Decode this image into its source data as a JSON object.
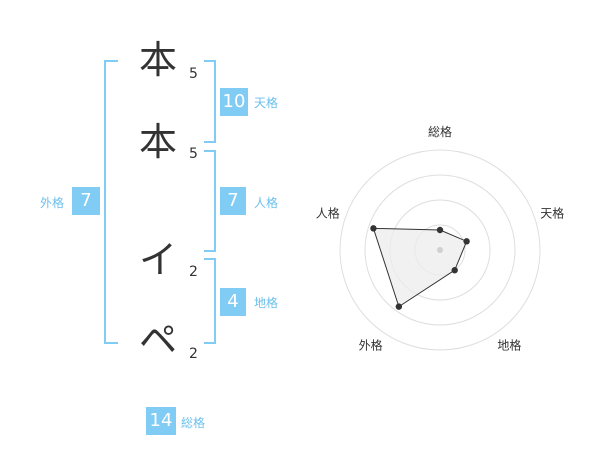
{
  "name_chars": [
    {
      "char": "本",
      "strokes": "5"
    },
    {
      "char": "本",
      "strokes": "5"
    },
    {
      "char": "イ",
      "strokes": "2"
    },
    {
      "char": "ペ",
      "strokes": "2"
    }
  ],
  "kaku": {
    "tenkaku": {
      "label": "天格",
      "value": "10"
    },
    "jinkaku": {
      "label": "人格",
      "value": "7"
    },
    "chikaku": {
      "label": "地格",
      "value": "4"
    },
    "gaikaku": {
      "label": "外格",
      "value": "7"
    },
    "soukaku": {
      "label": "総格",
      "value": "14"
    }
  },
  "colors": {
    "accent": "#80ccf5",
    "label": "#6cc0ee",
    "text": "#333333"
  },
  "chart_data": {
    "type": "radar",
    "axes": [
      "総格",
      "天格",
      "地格",
      "外格",
      "人格"
    ],
    "values": [
      0.2,
      0.28,
      0.25,
      0.7,
      0.7
    ],
    "rings": 4,
    "grid": true
  }
}
